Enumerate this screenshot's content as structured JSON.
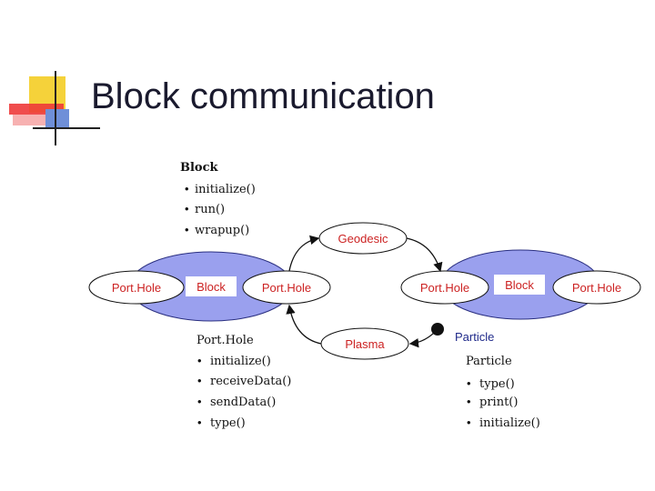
{
  "slide": {
    "title": "Block communication"
  },
  "diagram": {
    "block_methods": {
      "heading": "Block",
      "items": [
        "initialize()",
        "run()",
        "wrapup()"
      ]
    },
    "left_block": {
      "porthole_left": "Port.Hole",
      "block": "Block",
      "porthole_right": "Port.Hole"
    },
    "right_block": {
      "porthole_left": "Port.Hole",
      "block": "Block",
      "porthole_right": "Port.Hole"
    },
    "geodesic": "Geodesic",
    "plasma": "Plasma",
    "particle_label": "Particle",
    "porthole_methods": {
      "heading": "Port.Hole",
      "items": [
        "initialize()",
        "receiveData()",
        "sendData()",
        "type()"
      ]
    },
    "particle_methods": {
      "heading": "Particle",
      "items": [
        "type()",
        "print()",
        "initialize()"
      ]
    },
    "colors": {
      "block_fill": "#9aa0ee",
      "ellipse_fill": "#ffffff",
      "text": "#111111",
      "red_text": "#cc2222",
      "blue_text": "#1f2a8a",
      "deco_yellow": "#f5d23a",
      "deco_red": "#ee3a3a",
      "deco_blue": "#6f8fd8"
    }
  }
}
